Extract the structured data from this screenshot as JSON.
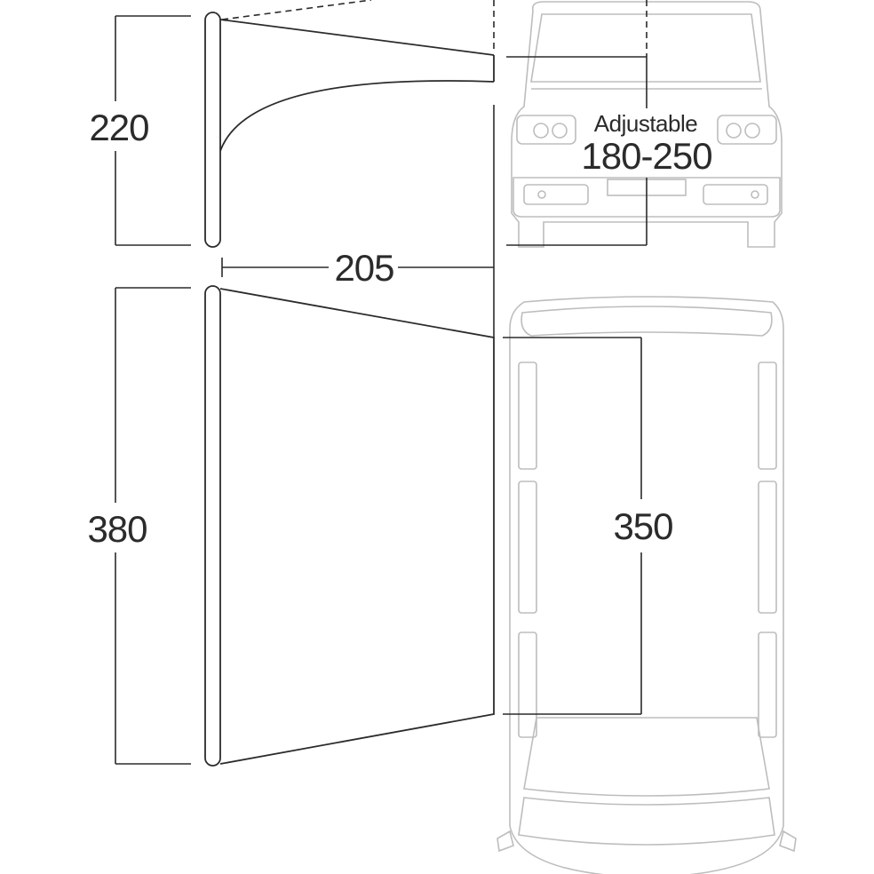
{
  "dimensions": {
    "front_height": "220",
    "depth": "205",
    "side_length": "380",
    "vehicle_length": "350",
    "adjustable_label": "Adjustable",
    "adjustable_range": "180-250"
  },
  "colors": {
    "line": "#2b2b2b",
    "vehicle": "#bdbdbd",
    "background": "#ffffff"
  }
}
